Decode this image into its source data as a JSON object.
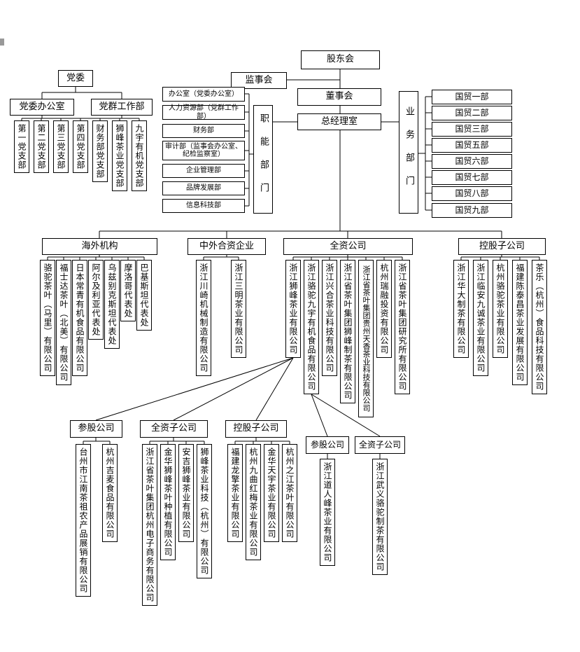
{
  "org": {
    "shareholders": "股东会",
    "supervisory_board": "监事会",
    "board_of_directors": "董事会",
    "gm_office": "总经理室",
    "party": {
      "committee": "党委",
      "office": "党委办公室",
      "mass_work_dept": "党群工作部",
      "branches": [
        "第一党支部",
        "第二党支部",
        "第三党支部",
        "第四党支部",
        "财务部党支部",
        "狮峰茶业党支部",
        "九宇有机党支部"
      ]
    },
    "functional": {
      "label": "职能部门",
      "departments": [
        "办公室（党委办公室）",
        "人力资源部（党群工作部）",
        "财务部",
        "审计部（监事会办公室、纪检监察室）",
        "企业管理部",
        "品牌发展部",
        "信息科技部"
      ]
    },
    "business": {
      "label": "业务部门",
      "departments": [
        "国贸一部",
        "国贸二部",
        "国贸三部",
        "国贸五部",
        "国贸六部",
        "国贸七部",
        "国贸八部",
        "国贸九部"
      ]
    },
    "overseas": {
      "label": "海外机构",
      "children": [
        "骆驼茶叶（马里）有限公司",
        "福士达茶叶（北美）有限公司",
        "日本常青有机食品有限公司",
        "阿尔及利亚代表处",
        "乌兹别克斯坦代表处",
        "摩洛哥代表处",
        "巴基斯坦代表处"
      ]
    },
    "joint_ventures": {
      "label": "中外合资企业",
      "children": [
        "浙江川崎机械制造有限公司",
        "浙江三明茶业有限公司"
      ]
    },
    "wholly_owned": {
      "label": "全资公司",
      "children": [
        "浙江狮峰茶业有限公司",
        "浙江骆驼九宇有机食品有限公司",
        "浙江兴合茶业科技有限公司",
        "浙江省茶叶集团狮峰制茶有限公司",
        "浙江省茶叶集团贵州天香茶业科技有限公司",
        "杭州瑞融投资有限公司",
        "浙江省茶叶集团研究所有限公司"
      ]
    },
    "holding": {
      "label": "控股子公司",
      "children": [
        "浙江华大制茶有限公司",
        "浙江临安九诚茶业有限公司",
        "杭州骆驼茶业有限公司",
        "福建陈泰昌茶业发展有限公司",
        "茶乐（杭州）食品科技有限公司"
      ]
    },
    "sub_left": {
      "equity": {
        "label": "参股公司",
        "children": [
          "台州市江南茶祖农产品展销有限公司",
          "杭州吉麦食品有限公司"
        ]
      },
      "wholly": {
        "label": "全资子公司",
        "children": [
          "浙江省茶叶集团杭州电子商务有限公司",
          "金华狮峰茶叶种植有限公司",
          "安吉狮峰茶业有限公司",
          "狮峰茶业科技（杭州）有限公司"
        ]
      },
      "holding": {
        "label": "控股子公司",
        "children": [
          "福建龙擎茶业有限公司",
          "杭州九曲红梅茶业有限公司",
          "金华天宇茶业有限公司",
          "杭州之江茶叶有限公司"
        ]
      }
    },
    "sub_right": {
      "equity": {
        "label": "参股公司",
        "children": [
          "浙江道人峰茶业有限公司"
        ]
      },
      "wholly": {
        "label": "全资子公司",
        "children": [
          "浙江武义骆驼制茶有限公司"
        ]
      }
    }
  }
}
